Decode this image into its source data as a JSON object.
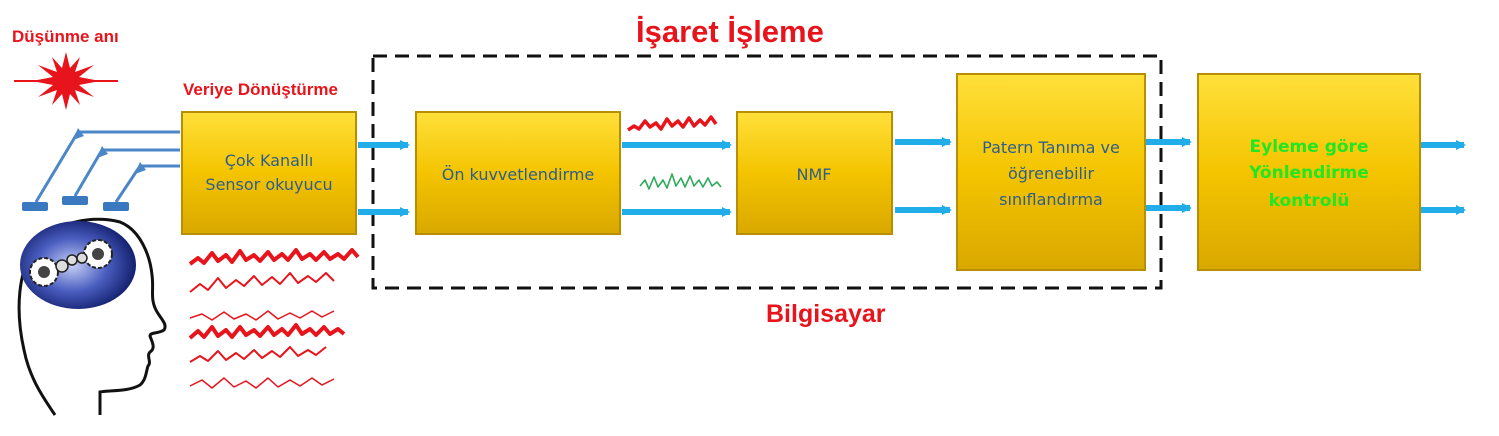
{
  "labels": {
    "dusunme_ani": "Düşünme anı",
    "veriye_donusturme": "Veriye Dönüştürme",
    "isaret_isleme": "İşaret İşleme",
    "bilgisayar": "Bilgisayar"
  },
  "boxes": {
    "sensor": [
      "Çok Kanallı",
      "Sensor okuyucu"
    ],
    "on_kuvvetlendirme": [
      "Ön kuvvetlendirme"
    ],
    "nmf": [
      "NMF"
    ],
    "patern": [
      "Patern Tanıma ve",
      "öğrenebilir",
      "sınıflandırma"
    ],
    "eyleme": [
      "Eyleme göre",
      "Yönlendirme",
      "kontrolü"
    ]
  },
  "colors": {
    "box_fill": "#f2c200",
    "box_edge": "#b88f00",
    "arrow": "#21aee8",
    "label_red": "#e8141c",
    "text_blue": "#2e5e8c",
    "text_green": "#22e622",
    "signal_red": "#e8141c",
    "signal_green": "#2eaa5a",
    "head_outline": "#111111",
    "brain_blue": "#1a2a8a"
  }
}
